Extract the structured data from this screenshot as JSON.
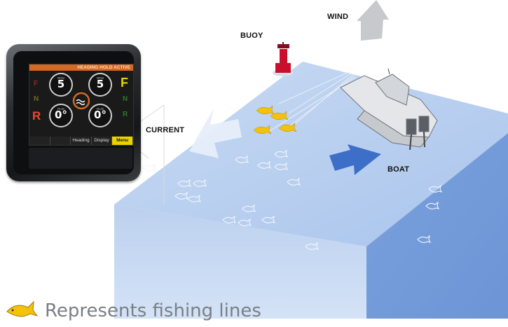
{
  "labels": {
    "wind": "WIND",
    "buoy": "BUOY",
    "current": "CURRENT",
    "boat": "BOAT"
  },
  "legend": {
    "text": "Represents fishing lines"
  },
  "gauge": {
    "header": "HEADING HOLD ACTIVE",
    "left_letters": [
      "F",
      "N",
      "R"
    ],
    "right_letters": [
      "F",
      "N",
      "R"
    ],
    "dials": [
      {
        "caption": "RPM",
        "value": "5"
      },
      {
        "caption": "RPM",
        "value": "5"
      },
      {
        "caption": "RUD",
        "value": "0°"
      },
      {
        "caption": "RUD",
        "value": "0°"
      }
    ],
    "softkeys": [
      "",
      "",
      "Heading",
      "Display",
      "Menu"
    ],
    "selected_softkey": "Menu"
  },
  "colors": {
    "water_top": "#b9cfee",
    "water_front": "#a8c2ea",
    "water_side": "#7ea3dc",
    "arrow": "#3e6fc8",
    "fish_yellow": "#f5c20a",
    "buoy_red": "#c8102e",
    "letter_red": "#e8492f",
    "letter_yellow": "#e8d200",
    "letter_green": "#3aa33a"
  }
}
